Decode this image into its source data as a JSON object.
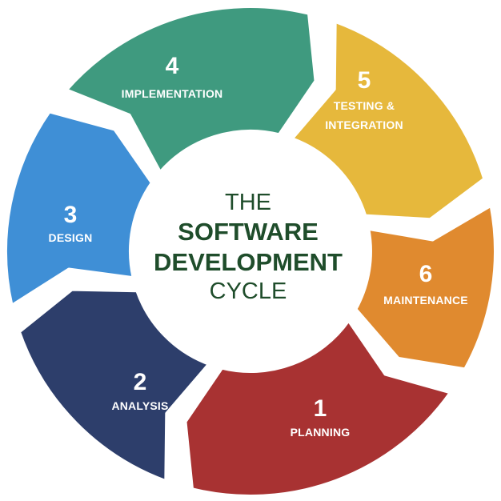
{
  "center": {
    "line1": "THE",
    "line2": "SOFTWARE",
    "line3": "DEVELOPMENT",
    "line4": "CYCLE",
    "color": "#1f4d2b"
  },
  "colors": {
    "separator": "#ffffff",
    "background": "#ffffff"
  },
  "stages": [
    {
      "number": "1",
      "label_lines": [
        "PLANNING"
      ],
      "color": "#a83232"
    },
    {
      "number": "2",
      "label_lines": [
        "ANALYSIS"
      ],
      "color": "#2d3e6b"
    },
    {
      "number": "3",
      "label_lines": [
        "DESIGN"
      ],
      "color": "#3f8fd6"
    },
    {
      "number": "4",
      "label_lines": [
        "IMPLEMENTATION"
      ],
      "color": "#3f9a7f"
    },
    {
      "number": "5",
      "label_lines": [
        "TESTING &",
        "INTEGRATION"
      ],
      "color": "#e6b83c"
    },
    {
      "number": "6",
      "label_lines": [
        "MAINTENANCE"
      ],
      "color": "#e08a2f"
    }
  ]
}
